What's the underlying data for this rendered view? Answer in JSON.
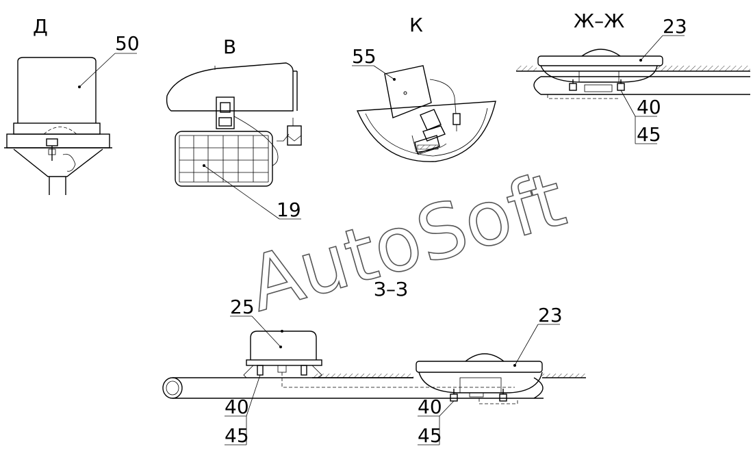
{
  "views": {
    "d": "Д",
    "v": "В",
    "k": "К",
    "zh": "Ж–Ж",
    "z": "З–З"
  },
  "callouts": {
    "c50": "50",
    "c19": "19",
    "c55": "55",
    "c23a": "23",
    "c40a": "40",
    "c45a": "45",
    "c25": "25",
    "c23b": "23",
    "c40b": "40",
    "c45b": "45",
    "c40c": "40",
    "c45c": "45"
  },
  "watermark": "AutoSoft"
}
